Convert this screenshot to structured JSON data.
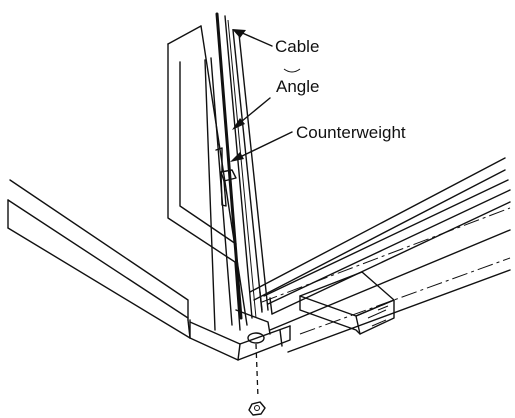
{
  "labels": {
    "cable": "Cable",
    "angle": "Angle",
    "counterweight": "Counterweight"
  },
  "icons": [
    "bolt-icon"
  ]
}
